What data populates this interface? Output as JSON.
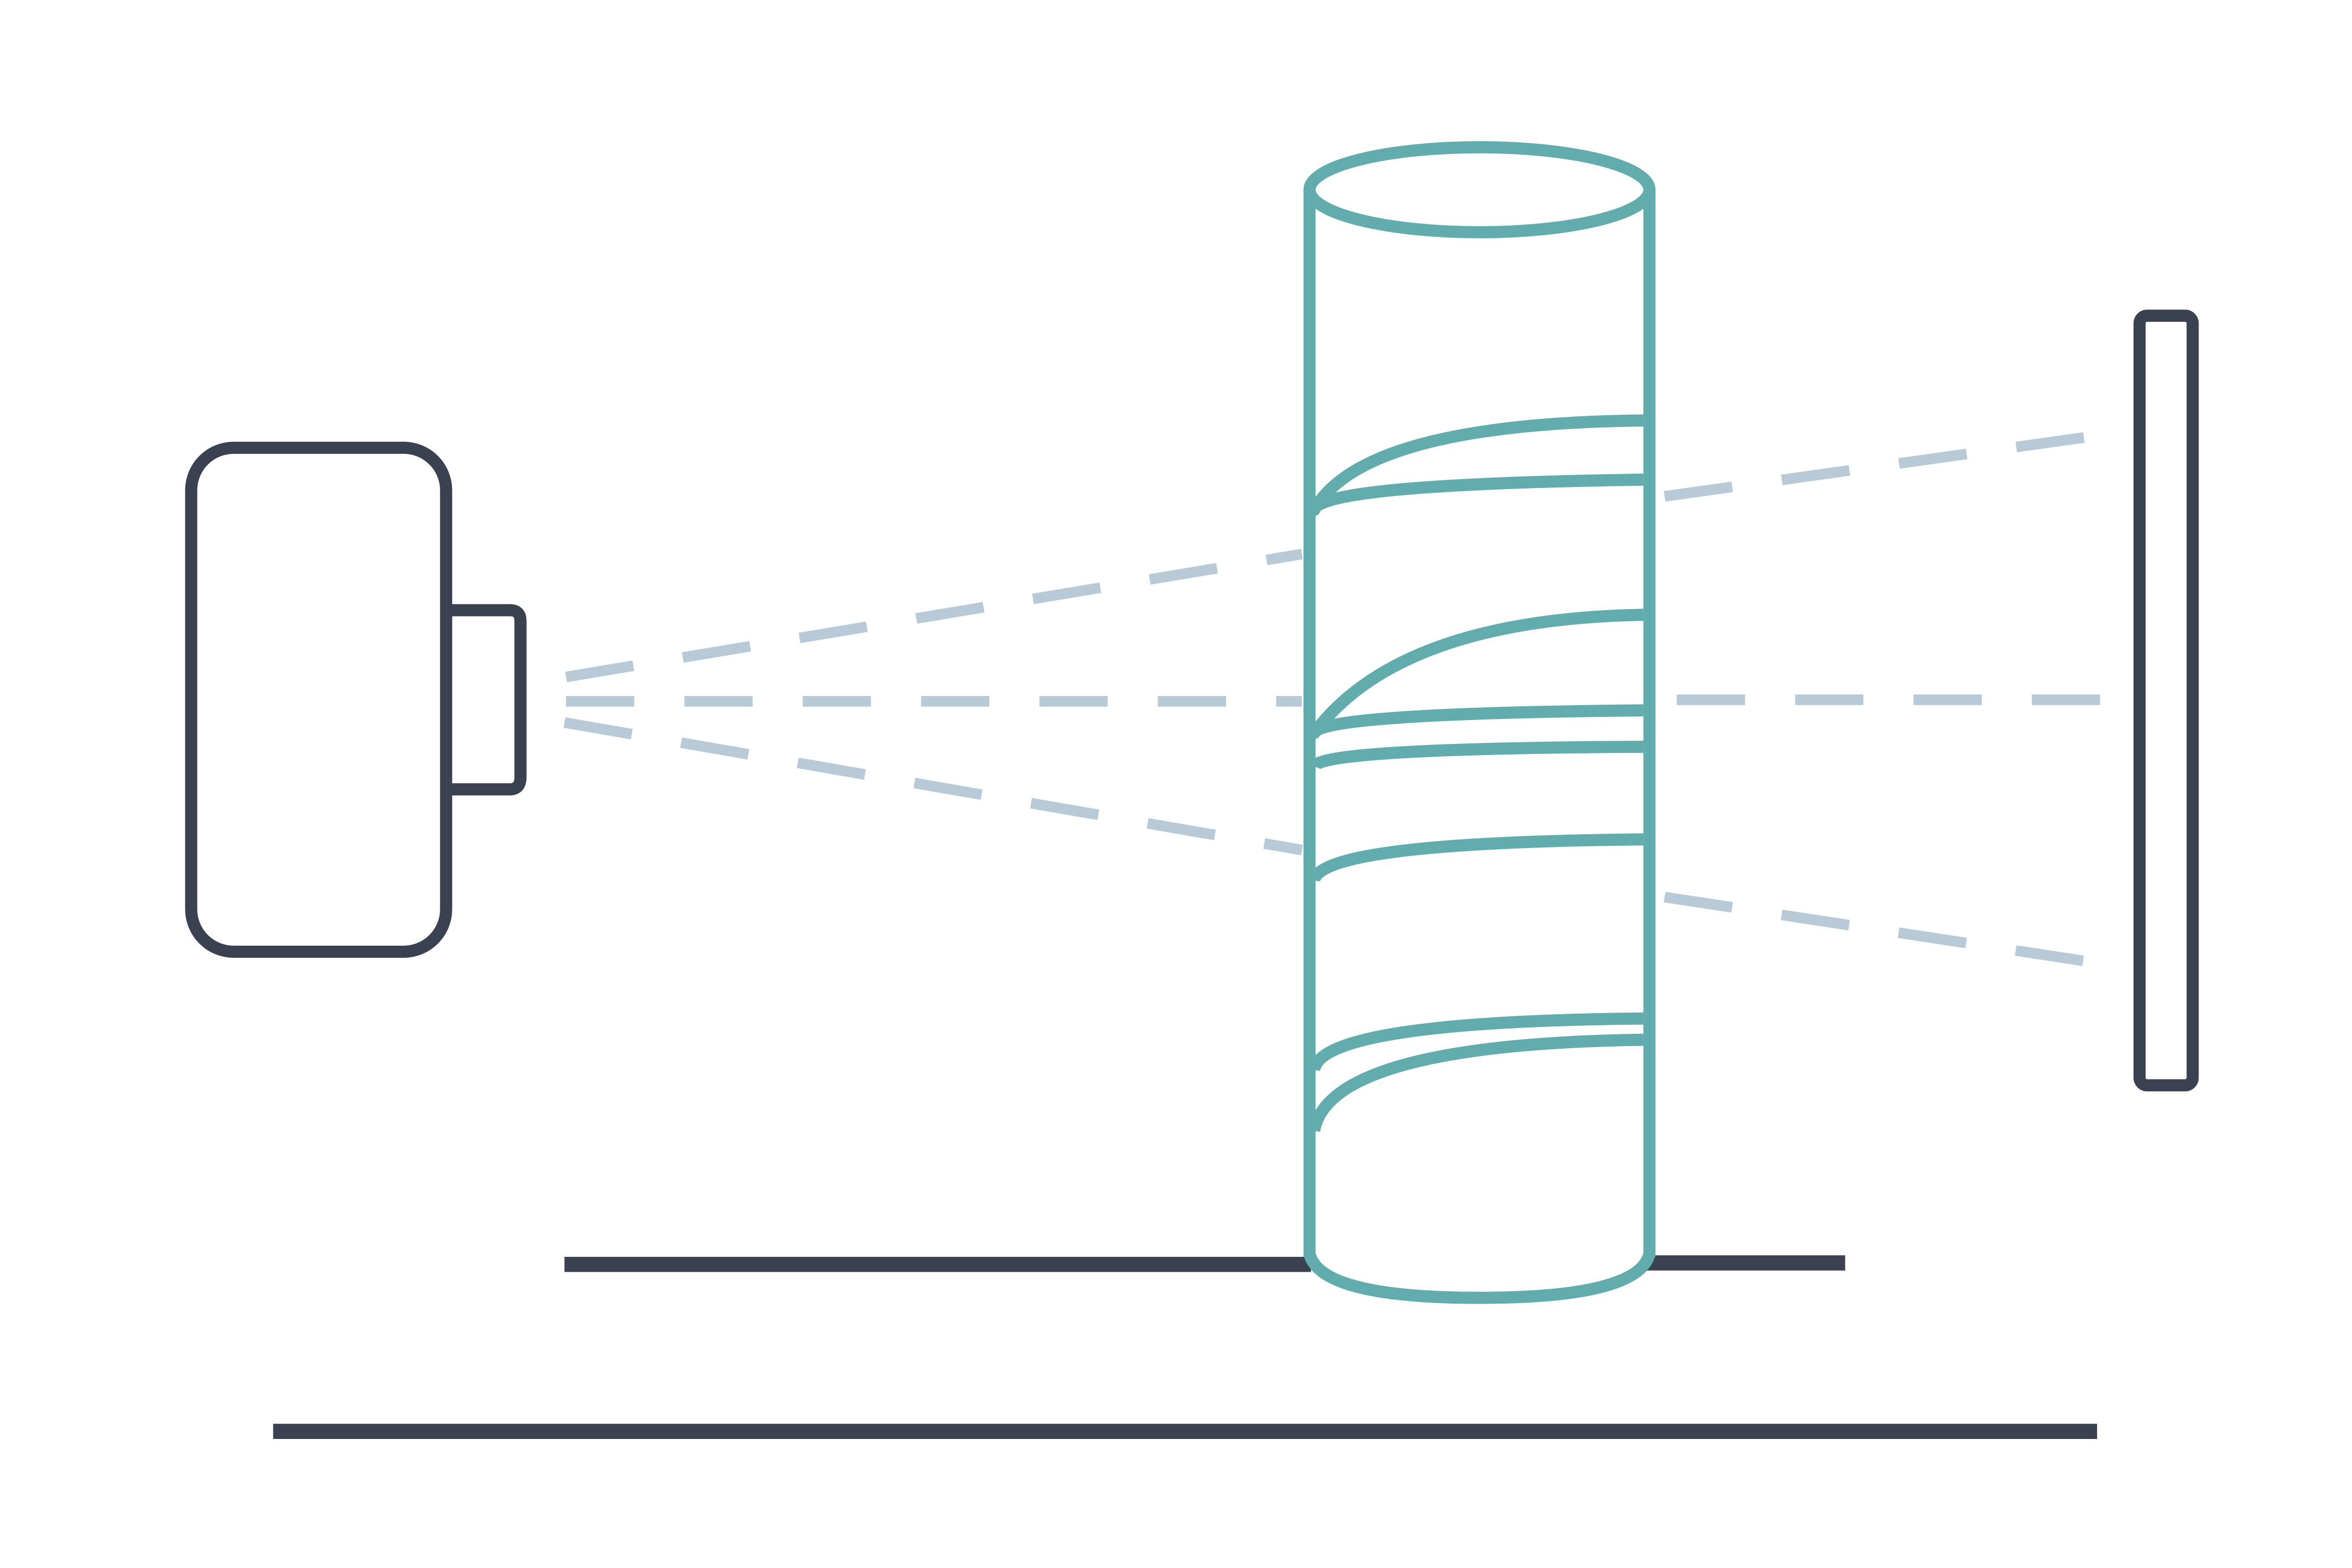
{
  "diagram": {
    "components": [
      {
        "id": "source",
        "kind": "x-ray-source",
        "icon": "x-ray-source-icon"
      },
      {
        "id": "rays",
        "kind": "beam",
        "icon": "dashed-beam-lines",
        "count": 3
      },
      {
        "id": "specimen",
        "kind": "cylindrical-specimen",
        "icon": "cylinder-icon",
        "coils": 5
      },
      {
        "id": "support",
        "kind": "sample-stage",
        "icon": "platform-line"
      },
      {
        "id": "detector",
        "kind": "flat-panel-detector",
        "icon": "detector-panel-icon"
      },
      {
        "id": "base",
        "kind": "baseline",
        "icon": "floor-line"
      }
    ],
    "colors": {
      "background": "#ffffff",
      "outline": "#3a4150",
      "specimen": "#62acae",
      "beam": "#b8cad8"
    }
  }
}
